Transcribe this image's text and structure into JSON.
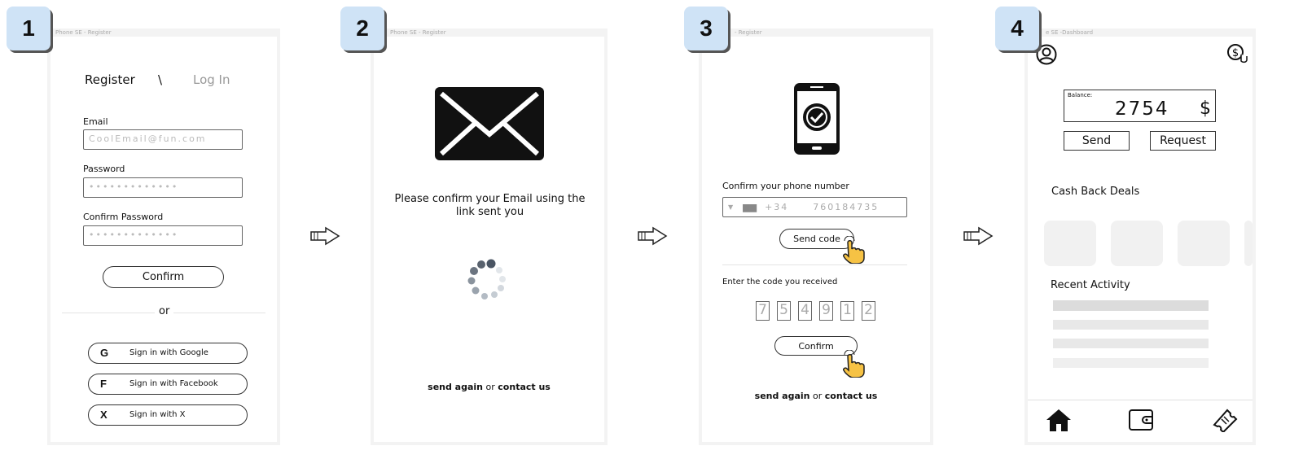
{
  "steps": [
    "1",
    "2",
    "3",
    "4"
  ],
  "screen1": {
    "caption": "Phone SE - Register",
    "tab_register": "Register",
    "separator": "\\",
    "tab_login": "Log In",
    "email_label": "Email",
    "email_value": "CoolEmail@fun.com",
    "password_label": "Password",
    "password_value": "•••••••••••••",
    "confirm_password_label": "Confirm Password",
    "confirm_password_value": "•••••••••••••",
    "confirm_button": "Confirm",
    "or": "or",
    "google": {
      "icon": "G",
      "label": "Sign in with Google"
    },
    "facebook": {
      "icon": "F",
      "label": "Sign in with Facebook"
    },
    "x": {
      "icon": "X",
      "label": "Sign in with X"
    }
  },
  "screen2": {
    "caption": "Phone SE - Register",
    "message": "Please confirm your Email using the link sent you",
    "send_again": "send again",
    "or": "or",
    "contact_us": "contact us"
  },
  "screen3": {
    "caption": "- Register",
    "phone_label": "Confirm your phone number",
    "country_code": "+34",
    "phone_number": "760184735",
    "send_code": "Send code",
    "code_label": "Enter the code you received",
    "code_digits": [
      "7",
      "5",
      "4",
      "9",
      "1",
      "2"
    ],
    "confirm_button": "Confirm",
    "send_again": "send again",
    "or": "or",
    "contact_us": "contact us"
  },
  "screen4": {
    "caption": "e SE -Dashboard",
    "balance_label": "Balance:",
    "balance_value": "2754",
    "currency": "$",
    "send": "Send",
    "request": "Request",
    "cash_back_title": "Cash Back Deals",
    "recent_activity_title": "Recent Activity"
  },
  "colors": {
    "badge": "#cfe3f6",
    "hand": "#f6c244"
  }
}
